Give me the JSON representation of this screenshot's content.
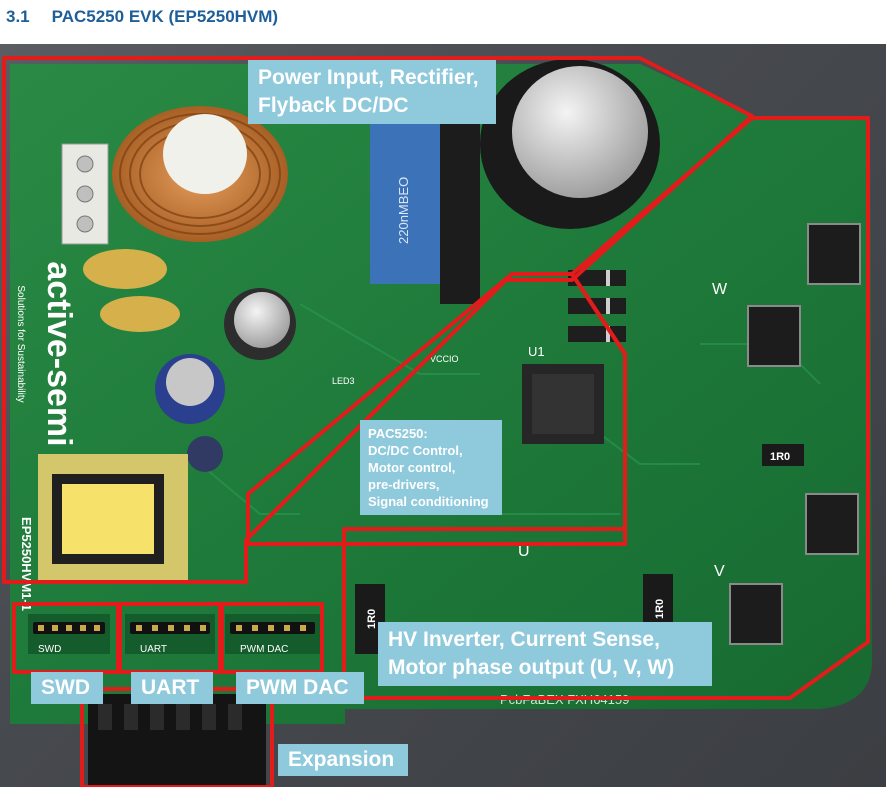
{
  "heading": {
    "number": "3.1",
    "title": "PAC5250 EVK (EP5250HVM)"
  },
  "regions": {
    "power": [
      "Power Input, Rectifier,",
      "Flyback DC/DC"
    ],
    "controller": [
      "PAC5250:",
      "DC/DC Control,",
      "Motor control,",
      "pre-drivers,",
      "Signal conditioning"
    ],
    "inverter": [
      "HV Inverter, Current Sense,",
      "Motor phase output (U, V, W)"
    ],
    "swd": "SWD",
    "uart": "UART",
    "pwm_dac": "PWM DAC",
    "expansion": "Expansion"
  },
  "board_text": {
    "brand": "active-semi",
    "tagline": "Solutions for Sustainability",
    "model": "EP5250HVM1-1",
    "chip_ref": "U1",
    "pcb_marking": "PcbFaBEX FXH64159",
    "phase_u": "U",
    "phase_v": "V",
    "phase_w": "W",
    "hdr_swd": "SWD",
    "hdr_uart": "UART",
    "hdr_pwm": "PWM DAC",
    "cap_marking": "220nMBEO",
    "res_1r0_a": "1R0",
    "res_1r0_b": "1R0",
    "res_1r0_c": "1R0",
    "vccio": "VCCIO",
    "led3": "LED3"
  },
  "colors": {
    "outline": "#e21b1b",
    "label_bg": "#8ec9dc",
    "heading": "#1f5f99",
    "pcb": "#1e7a3a"
  }
}
